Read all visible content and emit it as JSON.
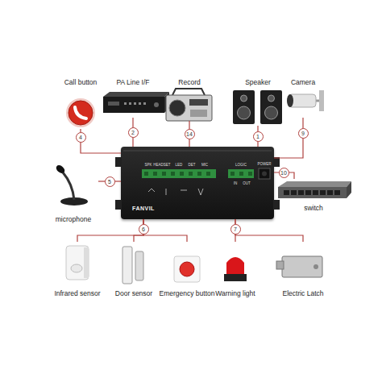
{
  "diagram": {
    "nodes": [
      {
        "text": [
          "Call button"
        ]
      },
      {
        "text": [
          "PA Line I/F"
        ]
      },
      {
        "text": [
          "Record"
        ]
      },
      {
        "text": [
          "Speaker"
        ]
      },
      {
        "text": [
          "Camera"
        ]
      },
      {
        "text": [
          "microphone"
        ]
      },
      {
        "text": [
          "FANVIL"
        ]
      },
      {
        "text": [
          "switch"
        ]
      },
      {
        "text": [
          "Infrared sensor"
        ]
      },
      {
        "text": [
          "Door sensor"
        ]
      },
      {
        "text": [
          "Emergency button"
        ]
      },
      {
        "text": [
          "Warning light"
        ]
      },
      {
        "text": [
          "Electric Latch"
        ]
      }
    ],
    "edges": [
      {
        "from": 0,
        "to": 6,
        "arrow": "none",
        "label": "4"
      },
      {
        "from": 1,
        "to": 6,
        "arrow": "none",
        "label": "2"
      },
      {
        "from": 2,
        "to": 6,
        "arrow": "none",
        "label": "14"
      },
      {
        "from": 3,
        "to": 6,
        "arrow": "none",
        "label": "1"
      },
      {
        "from": 4,
        "to": 6,
        "arrow": "none",
        "label": "9"
      },
      {
        "from": 5,
        "to": 6,
        "arrow": "none",
        "label": "5"
      },
      {
        "from": 6,
        "to": 7,
        "arrow": "none",
        "label": "10"
      },
      {
        "from": 6,
        "to": 8,
        "arrow": "none"
      },
      {
        "from": 6,
        "to": 9,
        "arrow": "none",
        "label": "6"
      },
      {
        "from": 6,
        "to": 10,
        "arrow": "none"
      },
      {
        "from": 6,
        "to": 11,
        "arrow": "none",
        "label": "7"
      },
      {
        "from": 6,
        "to": 12,
        "arrow": "none"
      }
    ],
    "labels": [
      "SPK",
      "HEADSET",
      "LED",
      "DET",
      "MIC",
      "LOGIC",
      "IN",
      "OUT",
      "POWER"
    ]
  }
}
